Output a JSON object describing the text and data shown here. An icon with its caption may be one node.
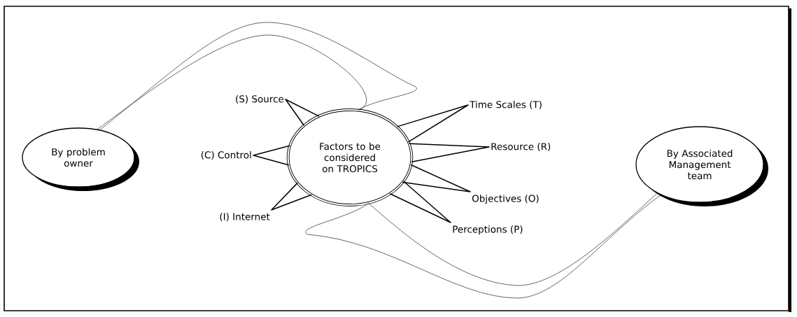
{
  "diagram": {
    "nodes": [
      {
        "text": [
          "By problem owner"
        ]
      },
      {
        "text": [
          "Factors to be considered on TROPICS"
        ]
      },
      {
        "text": [
          "By Associated Management team"
        ]
      },
      {
        "text": [
          "(S) Source"
        ]
      },
      {
        "text": [
          "(C) Control"
        ]
      },
      {
        "text": [
          "(I) Internet"
        ]
      },
      {
        "text": [
          "Time Scales (T)"
        ]
      },
      {
        "text": [
          "Resource (R)"
        ]
      },
      {
        "text": [
          "Objectives (O)"
        ]
      },
      {
        "text": [
          "Perceptions (P)"
        ]
      }
    ],
    "edges": [
      {
        "from": 0,
        "to": 1,
        "arrow": "none"
      },
      {
        "from": 2,
        "to": 1,
        "arrow": "none"
      },
      {
        "from": 1,
        "to": 3,
        "arrow": "none"
      },
      {
        "from": 1,
        "to": 4,
        "arrow": "none"
      },
      {
        "from": 1,
        "to": 5,
        "arrow": "none"
      },
      {
        "from": 1,
        "to": 6,
        "arrow": "none"
      },
      {
        "from": 1,
        "to": 7,
        "arrow": "none"
      },
      {
        "from": 1,
        "to": 8,
        "arrow": "none"
      },
      {
        "from": 1,
        "to": 9,
        "arrow": "none"
      }
    ]
  }
}
